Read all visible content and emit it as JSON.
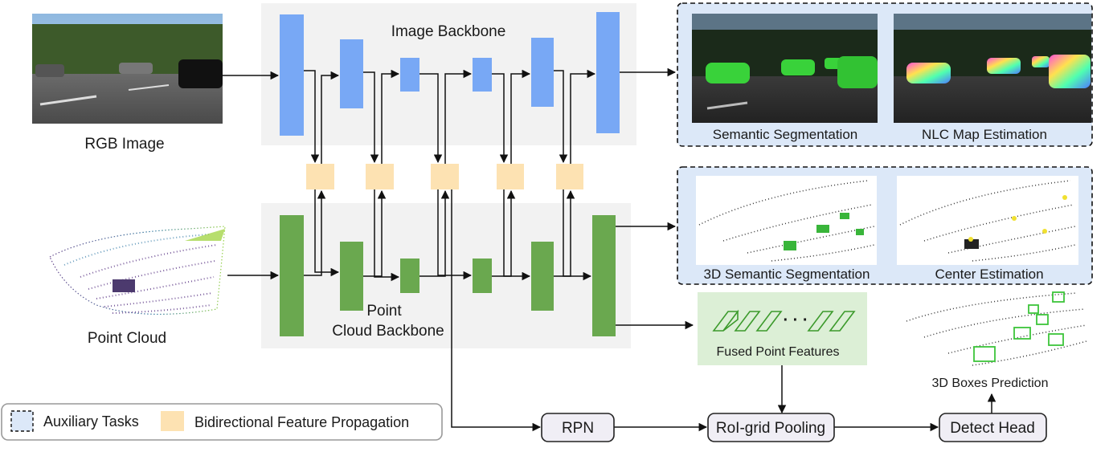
{
  "inputs": {
    "rgb_image": "RGB Image",
    "point_cloud": "Point Cloud"
  },
  "backbones": {
    "image": "Image Backbone",
    "point_line1": "Point",
    "point_line2": "Cloud Backbone"
  },
  "aux_tasks": {
    "semantic_segmentation": "Semantic Segmentation",
    "nlc_map": "NLC Map Estimation",
    "semantic_3d": "3D Semantic Segmentation",
    "center_estimation": "Center Estimation"
  },
  "fused": {
    "label": "Fused Point Features",
    "dots": "· · ·"
  },
  "pipeline": {
    "rpn": "RPN",
    "roi_pooling": "RoI-grid Pooling",
    "detect_head": "Detect Head",
    "boxes_prediction": "3D Boxes Prediction"
  },
  "legend": {
    "aux": "Auxiliary Tasks",
    "bfp": "Bidirectional Feature Propagation"
  },
  "colors": {
    "image_block": "#78a8f5",
    "point_block": "#6aa84f",
    "fusion_block": "#fde2b2",
    "backbone_bg": "#f2f2f2",
    "aux_bg": "#dce8f8",
    "fused_bg": "#dcefd6",
    "node_bg": "#f0eef5"
  }
}
